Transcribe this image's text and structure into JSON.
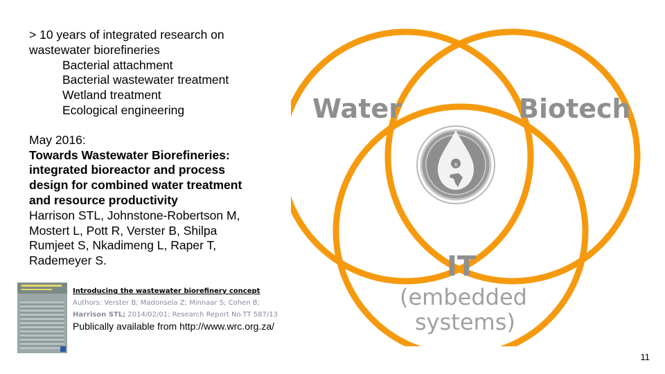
{
  "intro": {
    "line1": "> 10 years of integrated research on",
    "line2": "wastewater biorefineries",
    "topics": [
      "Bacterial attachment",
      "Bacterial wastewater treatment",
      "Wetland treatment",
      "Ecological engineering"
    ]
  },
  "report": {
    "date": "May 2016:",
    "title_lines": [
      "Towards Wastewater Biorefineries:",
      "integrated bioreactor and process",
      "design for combined water treatment",
      "and resource productivity"
    ],
    "author_lines": [
      "Harrison STL, Johnstone-Robertson M,",
      "Mostert L, Pott R, Verster B, Shilpa",
      "Rumjeet S, Nkadimeng L, Raper T,",
      "Rademeyer S."
    ]
  },
  "reference": {
    "title": "Introducing the wastewater biorefinery concept",
    "authors_line1": "Authors: Verster B; Madonsela Z; Minnaar S; Cohen B;",
    "authors_line2_bold": "Harrison STL;",
    "authors_line2_rest": " 2014/02/01; Research Report No.TT 587/13",
    "availability": "Publically available from http://www.wrc.org.za/"
  },
  "venn": {
    "circle_color": "#F59A0F",
    "label_color": "#8f8f8f",
    "labels": {
      "water": "Water",
      "biotech": "Biotech",
      "it": "IT",
      "it_sub1": "(embedded",
      "it_sub2": "systems)"
    },
    "emblem_icon": "water-drop-africa-icon"
  },
  "page_number": "11"
}
